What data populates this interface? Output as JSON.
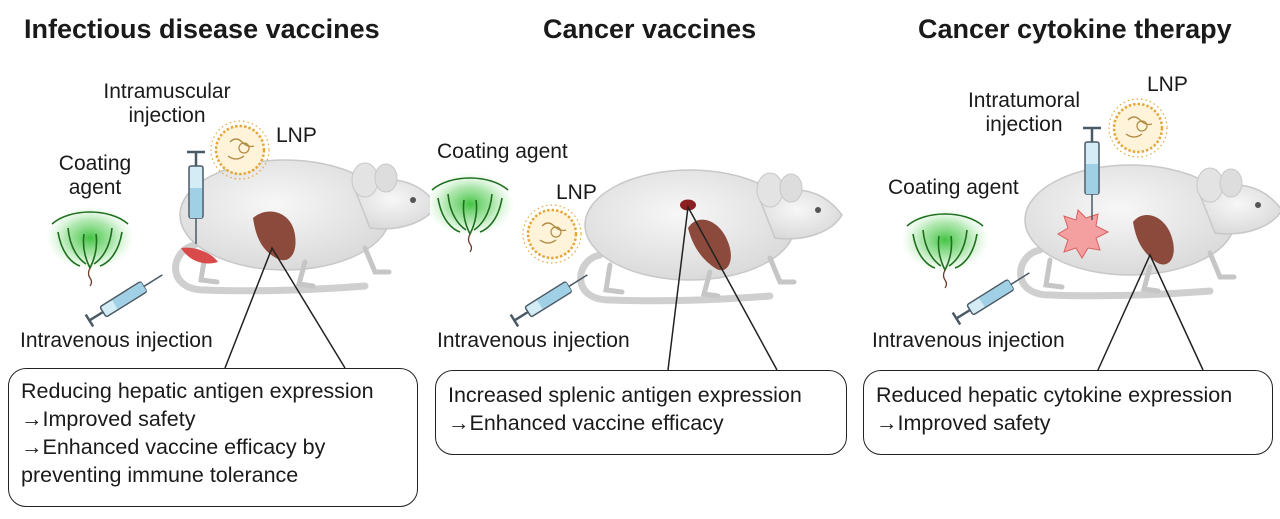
{
  "panels": [
    {
      "title": "Infectious disease vaccines",
      "labels": {
        "injection": [
          "Intramuscular",
          "injection"
        ],
        "lnp": "LNP",
        "coating": [
          "Coating",
          "agent"
        ],
        "iv": "Intravenous injection"
      },
      "outcome": [
        "Reducing hepatic antigen expression",
        "→Improved safety",
        "→Enhanced vaccine efficacy by",
        "preventing immune tolerance"
      ]
    },
    {
      "title": "Cancer vaccines",
      "labels": {
        "coating": "Coating agent",
        "lnp": "LNP",
        "iv": "Intravenous injection"
      },
      "outcome": [
        "Increased splenic antigen expression",
        "→Enhanced vaccine efficacy"
      ]
    },
    {
      "title": "Cancer cytokine therapy",
      "labels": {
        "injection": [
          "Intratumoral",
          "injection"
        ],
        "lnp": "LNP",
        "coating": "Coating agent",
        "iv": "Intravenous injection"
      },
      "outcome": [
        "Reduced hepatic cytokine expression",
        "→Improved safety"
      ]
    }
  ],
  "colors": {
    "mouse_body": "#ececec",
    "liver": "#8c4a3c",
    "coating_agent": "#39c139",
    "lnp_shell": "#f0c060",
    "muscle": "#d94a4a",
    "tumor": "#f5a0a0",
    "syringe_barrel": "#cfe6f0"
  },
  "icons": [
    "mouse",
    "liver",
    "syringe",
    "lnp-particle",
    "coating-agent",
    "tumor",
    "muscle"
  ]
}
